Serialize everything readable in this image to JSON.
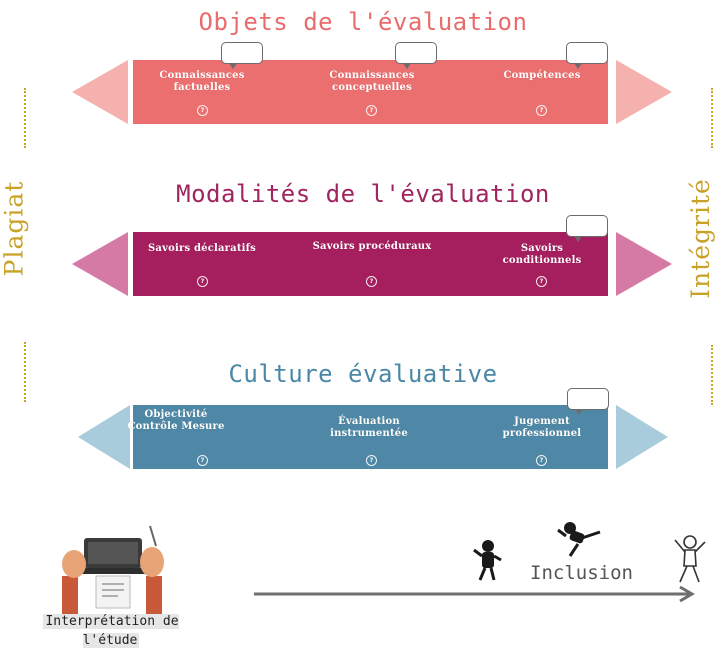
{
  "sections": [
    {
      "title": "Objets de l'évaluation",
      "title_color": "#e96b6b",
      "band_color": "#ec6f6f",
      "head_color": "#f4b1ae",
      "items": [
        "Connaissances factuelles",
        "Connaissances conceptuelles",
        "Compétences"
      ]
    },
    {
      "title": "Modalités de l'évaluation",
      "title_color": "#a0255f",
      "band_color": "#a51e5d",
      "head_color": "#d47aa4",
      "items": [
        "Savoirs déclaratifs",
        "Savoirs procéduraux",
        "Savoirs conditionnels"
      ]
    },
    {
      "title": "Culture évaluative",
      "title_color": "#4b87a6",
      "band_color": "#4f88a6",
      "head_color": "#a8ccdc",
      "items": [
        "Objectivité Contrôle Mesure",
        "Évaluation instrumentée",
        "Jugement professionnel"
      ]
    }
  ],
  "left_word": "Plagiat",
  "right_word": "Intégrité",
  "accent_color": "#c9a227",
  "info_glyph": "?",
  "bottom": {
    "caption": "Interprétation de l'étude",
    "inclusion": "Inclusion"
  }
}
